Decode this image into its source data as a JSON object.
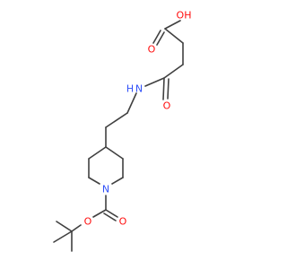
{
  "colors": {
    "bond": "#404040",
    "oxygen": "#ff0d0d",
    "nitrogen": "#3050f8",
    "background": "#ffffff"
  },
  "atoms": {
    "acid_oh": "OH",
    "acid_o": "O",
    "amide_n": "N",
    "amide_h": "H",
    "amide_o": "O",
    "ring_n": "N",
    "carbamate_o_double": "O",
    "carbamate_o_single": "O"
  }
}
